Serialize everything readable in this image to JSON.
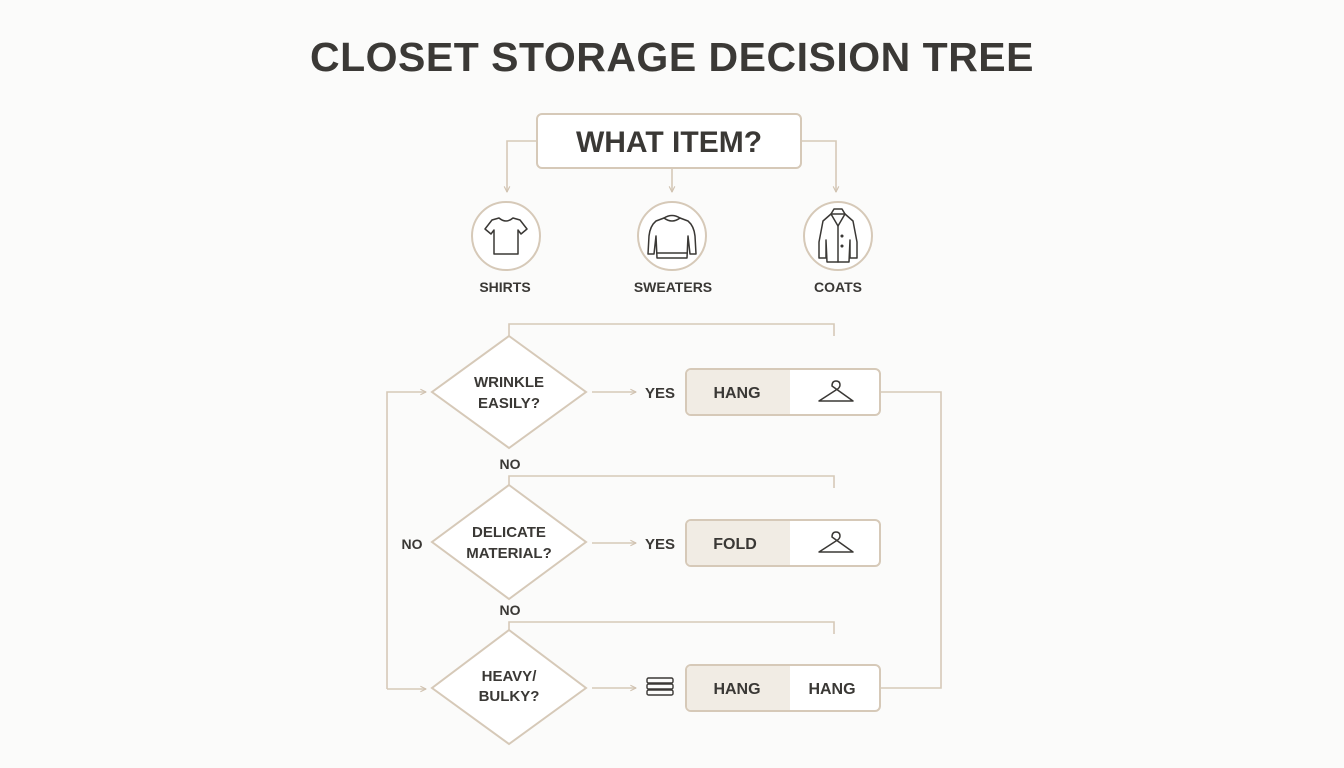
{
  "title": "CLOSET STORAGE DECISION TREE",
  "root": {
    "label": "WHAT ITEM?"
  },
  "items": [
    {
      "label": "SHIRTS",
      "icon": "tshirt-icon"
    },
    {
      "label": "SWEATERS",
      "icon": "sweater-icon"
    },
    {
      "label": "COATS",
      "icon": "coat-icon"
    }
  ],
  "decisions": [
    {
      "lines": [
        "WRINKLE",
        "EASILY?"
      ],
      "yes_label": "YES",
      "no_label": "NO",
      "result": {
        "primary": "HANG",
        "icon": "hanger-icon"
      }
    },
    {
      "lines": [
        "DELICATE",
        "MATERIAL?"
      ],
      "yes_label": "YES",
      "no_label": "NO",
      "result": {
        "primary": "FOLD",
        "icon": "hanger-icon"
      }
    },
    {
      "lines": [
        "HEAVY/",
        "BULKY?"
      ],
      "pre_icon": "folded-stack-icon",
      "result": {
        "primary": "HANG",
        "secondary": "HANG"
      }
    }
  ],
  "loop_label": "NO",
  "colors": {
    "line": "#d6c9b8",
    "text": "#3a3835",
    "highlight": "#f1ece4",
    "box_bg": "#ffffff"
  }
}
